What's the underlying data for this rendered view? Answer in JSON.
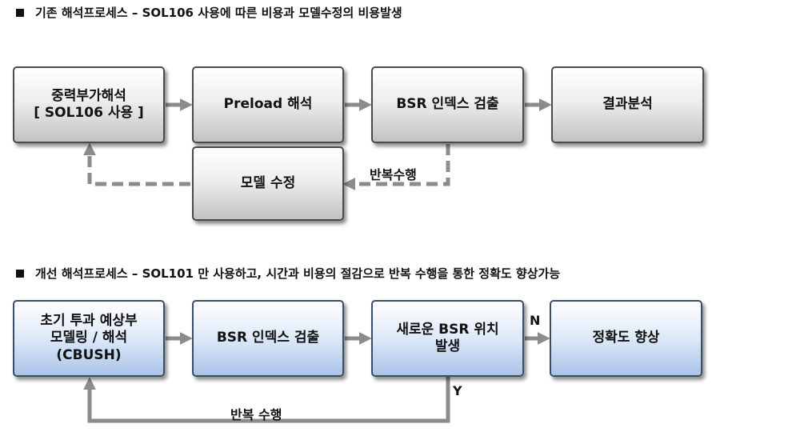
{
  "section1": {
    "heading": "기존 해석프로세스 – SOL106 사용에 따른 비용과 모델수정의 비용발생",
    "boxes": {
      "gravity": "중력부가해석\n[ SOL106 사용 ]",
      "preload": "Preload 해석",
      "bsr": "BSR 인덱스 검출",
      "result": "결과분석",
      "model_fix": "모델 수정"
    },
    "loop_label": "반복수행"
  },
  "section2": {
    "heading": "개선 해석프로세스 – SOL101 만 사용하고, 시간과 비용의 절감으로 반복 수행을 통한 정확도 향상가능",
    "boxes": {
      "initial": "초기 투과 예상부\n모델링 / 해석\n(CBUSH)",
      "bsr": "BSR 인덱스 검출",
      "new_bsr": "새로운 BSR 위치\n발생",
      "accuracy": "정확도 향상"
    },
    "no_label": "N",
    "yes_label": "Y",
    "loop_label": "반복 수행"
  },
  "colors": {
    "arrow": "#8c8c8c",
    "gray_box_border": "#4a4a4a",
    "blue_box_border": "#3a4d66"
  }
}
